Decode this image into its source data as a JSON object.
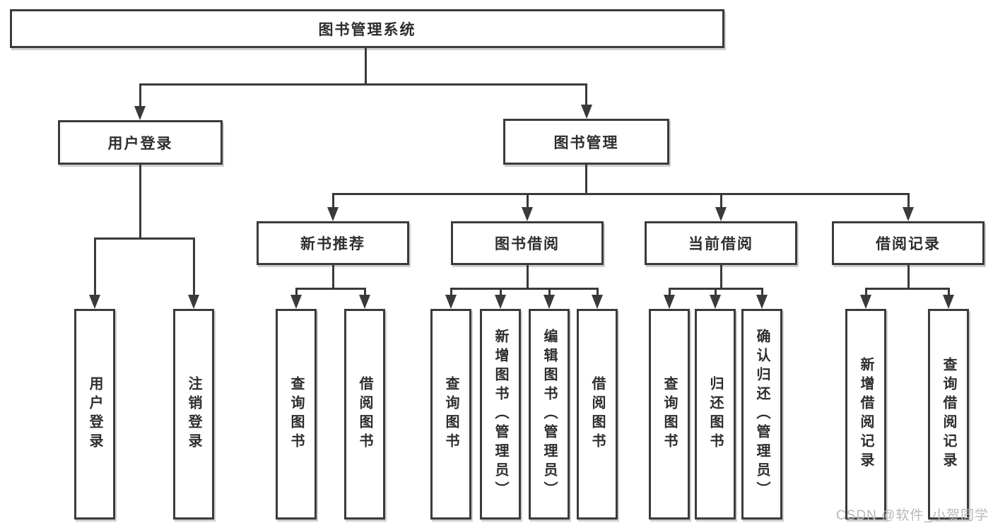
{
  "tree": {
    "root": {
      "label": "图书管理系统"
    },
    "branches": [
      {
        "label": "用户登录",
        "children": [
          {
            "label": "用户登录"
          },
          {
            "label": "注销登录"
          }
        ]
      },
      {
        "label": "图书管理",
        "children": [
          {
            "label": "新书推荐",
            "children": [
              {
                "label": "查询图书"
              },
              {
                "label": "借阅图书"
              }
            ]
          },
          {
            "label": "图书借阅",
            "children": [
              {
                "label": "查询图书"
              },
              {
                "label": "新增图书（管理员）"
              },
              {
                "label": "编辑图书（管理员）"
              },
              {
                "label": "借阅图书"
              }
            ]
          },
          {
            "label": "当前借阅",
            "children": [
              {
                "label": "查询图书"
              },
              {
                "label": "归还图书"
              },
              {
                "label": "确认归还（管理员）"
              }
            ]
          },
          {
            "label": "借阅记录",
            "children": [
              {
                "label": "新增借阅记录"
              },
              {
                "label": "查询借阅记录"
              }
            ]
          }
        ]
      }
    ]
  },
  "watermark": {
    "text": "CSDN @软件_小贺同学"
  },
  "colors": {
    "line": "#3a3a3a",
    "box_border": "#3b3b3b",
    "text": "#2e2e2e",
    "watermark": "#b7b7bd",
    "background": "#ffffff"
  }
}
